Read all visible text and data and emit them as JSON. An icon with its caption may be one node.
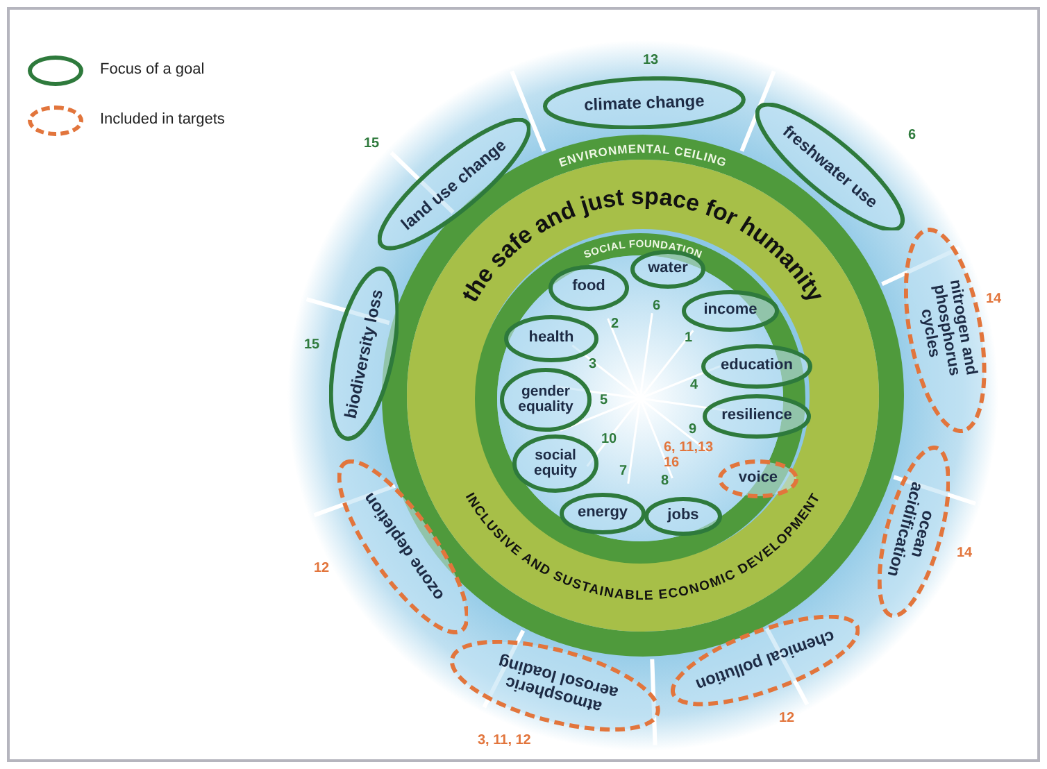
{
  "diagram": {
    "nodes": [
      {
        "text": [
          "climate change"
        ],
        "beside": [
          "13"
        ]
      },
      {
        "text": [
          "freshwater use"
        ],
        "beside": [
          "6"
        ]
      },
      {
        "text": [
          "nitrogen and phosphorus cycles"
        ],
        "beside": [
          "14"
        ]
      },
      {
        "text": [
          "ocean acidification"
        ],
        "beside": [
          "14"
        ]
      },
      {
        "text": [
          "chemical pollution"
        ],
        "beside": [
          "12"
        ]
      },
      {
        "text": [
          "atmospheric aerosol loading"
        ],
        "beside": [
          "3, 11, 12"
        ]
      },
      {
        "text": [
          "ozone depletion"
        ],
        "beside": [
          "12"
        ]
      },
      {
        "text": [
          "biodiversity loss"
        ],
        "beside": [
          "15"
        ]
      },
      {
        "text": [
          "land use change"
        ],
        "beside": [
          "15"
        ]
      },
      {
        "text": [
          "water"
        ],
        "beside": [
          "6"
        ]
      },
      {
        "text": [
          "food"
        ],
        "beside": [
          "2"
        ]
      },
      {
        "text": [
          "income"
        ],
        "beside": [
          "1"
        ]
      },
      {
        "text": [
          "health"
        ],
        "beside": [
          "3"
        ]
      },
      {
        "text": [
          "education"
        ],
        "beside": [
          "4"
        ]
      },
      {
        "text": [
          "gender equality"
        ],
        "beside": [
          "5"
        ]
      },
      {
        "text": [
          "resilience"
        ],
        "beside": [
          "9"
        ]
      },
      {
        "text": [
          "social equity"
        ],
        "beside": [
          "10"
        ]
      },
      {
        "text": [
          "voice"
        ],
        "beside": [
          "6, 11,13 16"
        ]
      },
      {
        "text": [
          "energy"
        ],
        "beside": [
          "7"
        ]
      },
      {
        "text": [
          "jobs"
        ],
        "beside": [
          "8"
        ]
      }
    ],
    "labels": [
      "ENVIRONMENTAL CEILING",
      "the safe and just space for humanity",
      "SOCIAL FOUNDATION",
      "INCLUSIVE AND SUSTAINABLE ECONOMIC DEVELOPMENT"
    ],
    "legend": [
      {
        "text": "Focus of a goal"
      },
      {
        "text": "Included in targets"
      }
    ]
  }
}
